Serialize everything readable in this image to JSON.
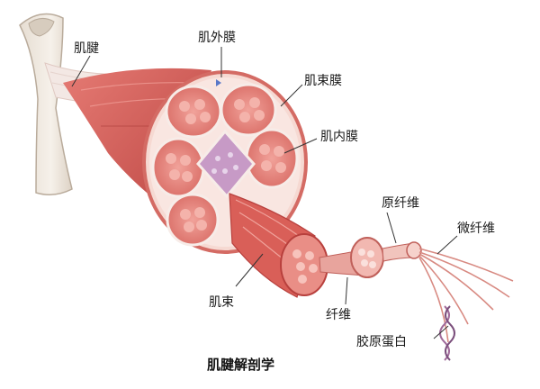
{
  "title": "肌腱解剖学",
  "labels": {
    "tendon": "肌腱",
    "epimysium": "肌外膜",
    "perimysium": "肌束膜",
    "endomysium": "肌内膜",
    "fascicle": "肌束",
    "fibril": "原纤维",
    "fiber": "纤维",
    "microfibril": "微纤维",
    "collagen": "胶原蛋白"
  },
  "colors": {
    "muscle": "#d9625c",
    "muscle_dark": "#b8403d",
    "tissue_pale": "#f6d9d2",
    "bone": "#efe8df",
    "core": "#c79ac6"
  }
}
